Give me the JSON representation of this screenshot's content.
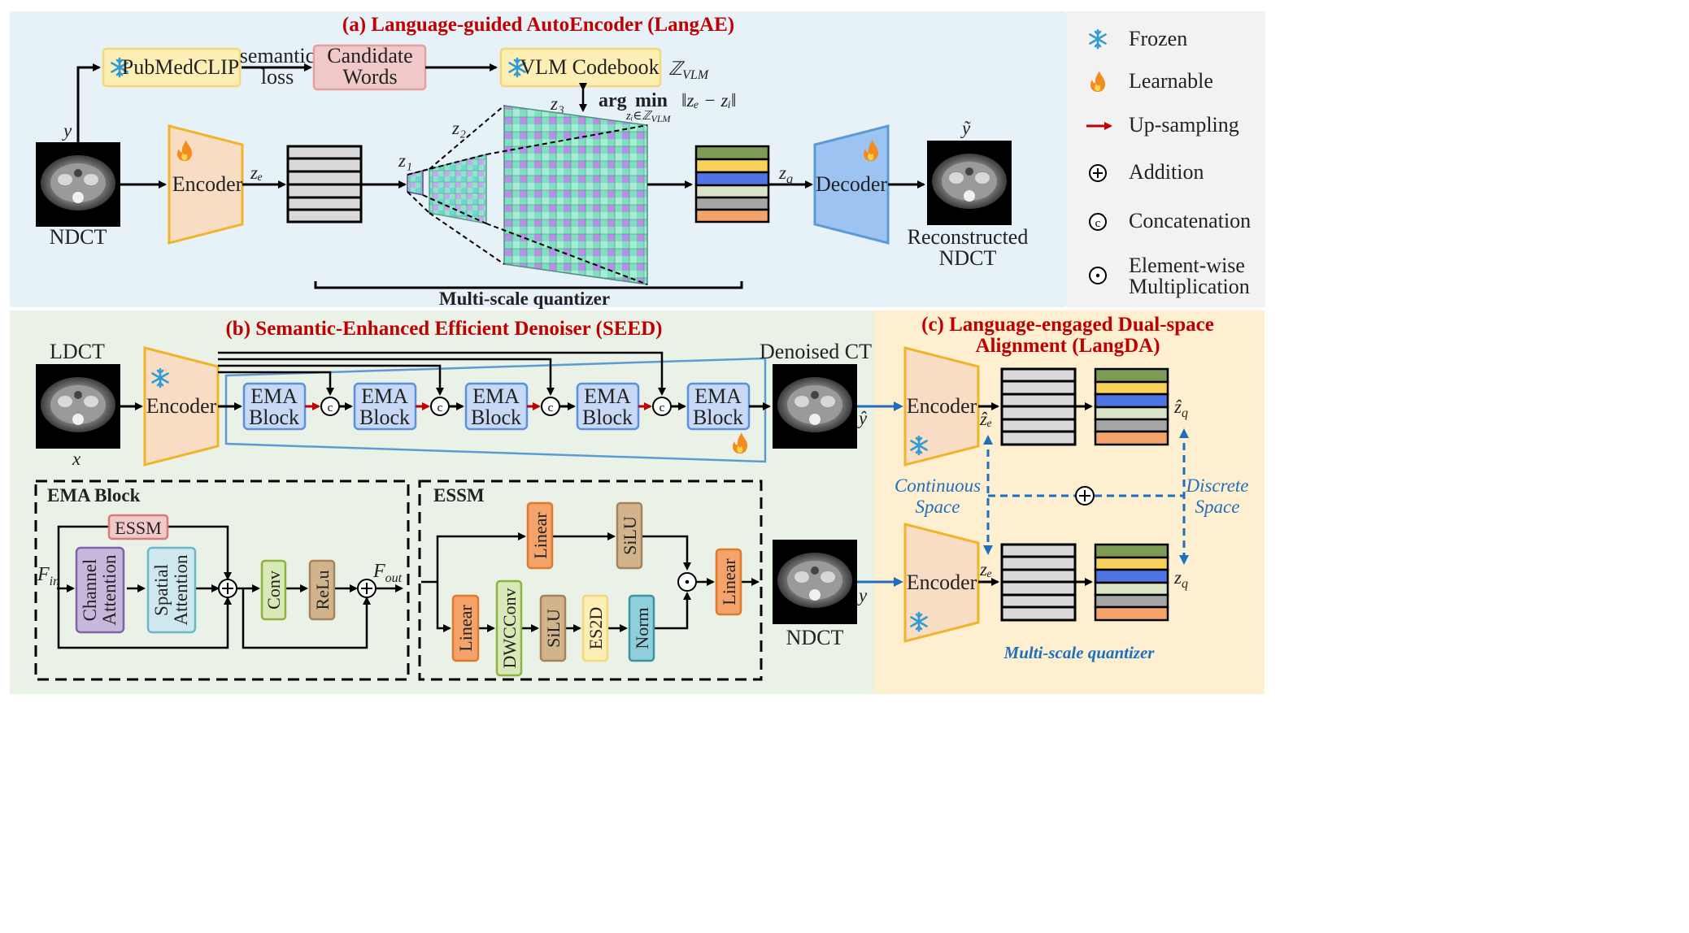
{
  "sections": {
    "a_title": "(a) Language-guided AutoEncoder (LangAE)",
    "b_title": "(b) Semantic-Enhanced Efficient Denoiser (SEED)",
    "c_title_line1": "(c) Language-engaged Dual-space",
    "c_title_line2": "Alignment (LangDA)"
  },
  "legend": {
    "frozen": "Frozen",
    "learnable": "Learnable",
    "upsampling": "Up-sampling",
    "addition": "Addition",
    "concatenation": "Concatenation",
    "elementwise_line1": "Element-wise",
    "elementwise_line2": "Multiplication"
  },
  "panel_a": {
    "input_y": "y",
    "ndct": "NDCT",
    "pubmedclip": "PubMedCLIP",
    "semantic_loss_line1": "semantic",
    "semantic_loss_line2": "loss",
    "candidate_line1": "Candidate",
    "candidate_line2": "Words",
    "vlm_codebook": "VLM Codebook",
    "z_vlm": "ℤ",
    "z_vlm_sub": "VLM",
    "argmin_arg": "arg",
    "argmin_min": "min",
    "argmin_sub": "zᵢ∈ℤ",
    "argmin_sub2": "VLM",
    "argmin_expr": "‖zₑ − zᵢ‖",
    "encoder": "Encoder",
    "z_e": "zₑ",
    "z1": "z₁",
    "z2": "z₂",
    "z3": "z₃",
    "z_q": "z_q",
    "decoder": "Decoder",
    "y_tilde": "ỹ",
    "reconstructed_line1": "Reconstructed",
    "reconstructed_line2": "NDCT",
    "multiscale": "Multi-scale quantizer"
  },
  "panel_b": {
    "ldct": "LDCT",
    "x": "x",
    "encoder": "Encoder",
    "ema_line1": "EMA",
    "ema_line2": "Block",
    "concat_glyph": "c",
    "denoised": "Denoised CT",
    "y_hat": "ŷ",
    "ema_block_title": "EMA Block",
    "essm_label": "ESSM",
    "f_in": "F",
    "f_in_sub": "in",
    "f_out": "F",
    "f_out_sub": "out",
    "channel_line1": "Channel",
    "channel_line2": "Attention",
    "spatial_line1": "Spatial",
    "spatial_line2": "Attention",
    "conv": "Conv",
    "relu": "ReLu",
    "essm_title": "ESSM",
    "linear": "Linear",
    "silu": "SiLU",
    "dwcconv": "DWCConv",
    "es2d": "ES2D",
    "norm": "Norm"
  },
  "panel_c": {
    "encoder": "Encoder",
    "z_e_hat": "ẑₑ",
    "z_q_hat": "ẑ_q",
    "continuous_line1": "Continuous",
    "continuous_line2": "Space",
    "discrete_line1": "Discrete",
    "discrete_line2": "Space",
    "ndct": "NDCT",
    "y": "y",
    "z_e": "zₑ",
    "z_q": "z_q",
    "multiscale": "Multi-scale quantizer"
  },
  "colors": {
    "section_title": "#c00000",
    "panel_a_bg": "#e6f1f8",
    "panel_b_bg": "#eaf1e6",
    "panel_c_bg": "#fdefcf",
    "legend_bg": "#f2f2f2",
    "encoder_fill": "#f8dcc4",
    "encoder_stroke": "#f0b429",
    "decoder_fill": "#9cc3f2",
    "decoder_stroke": "#5b9bd5",
    "ema_fill": "#c7d9f5",
    "ema_stroke": "#5b8fe0",
    "frozen_blue": "#2e9bd6",
    "upsample_red": "#c00000",
    "accent_blue": "#1f6fbf",
    "codebook_rows": [
      "#7d9b55",
      "#f7d15a",
      "#4f74e3",
      "#d9e3c8",
      "#a6a6a6",
      "#f4a46b"
    ]
  }
}
